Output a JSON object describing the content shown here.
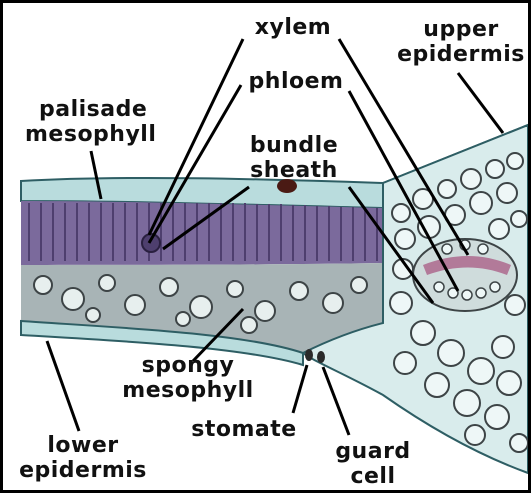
{
  "labels": {
    "xylem": "xylem",
    "upper_epidermis": [
      "upper",
      "epidermis"
    ],
    "palisade_mesophyll": [
      "palisade",
      "mesophyll"
    ],
    "phloem": "phloem",
    "bundle_sheath": [
      "bundle",
      "sheath"
    ],
    "spongy_mesophyll": [
      "spongy",
      "mesophyll"
    ],
    "stomate": "stomate",
    "lower_epidermis": [
      "lower",
      "epidermis"
    ],
    "guard_cell": [
      "guard",
      "cell"
    ]
  },
  "colors": {
    "palisade": "#7b6a9c",
    "palisade_dark": "#4e3f6e",
    "spongy": "#a8b4b6",
    "cuticle": "#b9dcdd",
    "vascular_cell": "#d9ecec",
    "vascular_wall": "#3d4446",
    "pink": "#b27a99",
    "line": "#000000"
  }
}
